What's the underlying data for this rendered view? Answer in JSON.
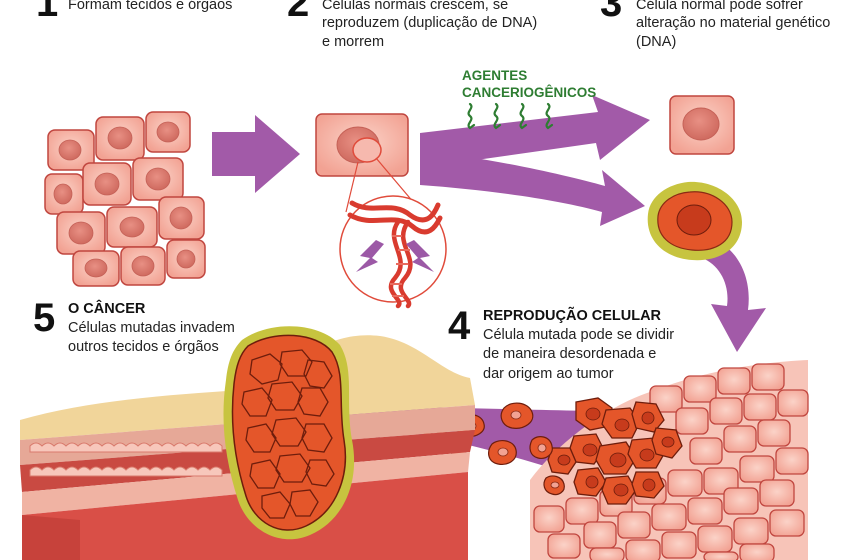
{
  "steps": [
    {
      "number": "1",
      "text": "Formam tecidos e órgãos"
    },
    {
      "number": "2",
      "text_lines": [
        "Células normais crescem, se",
        "reproduzem (duplicação de DNA)",
        "e morrem"
      ]
    },
    {
      "number": "3",
      "text_lines": [
        "Célula normal pode sofrer",
        "alteração no material genético",
        "(DNA)"
      ]
    },
    {
      "number": "4",
      "title": "REPRODUÇÃO CELULAR",
      "text_lines": [
        "Célula mutada pode se dividir",
        "de maneira desordenada e",
        "dar origem ao tumor"
      ]
    },
    {
      "number": "5",
      "title": "O CÂNCER",
      "text_lines": [
        "Células mutadas invadem",
        "outros tecidos e órgãos"
      ]
    }
  ],
  "agents_label": [
    "AGENTES",
    "CANCERIOGÊNICOS"
  ],
  "colors": {
    "arrow": "#a25aa8",
    "normal_cell": "#f5b3a6",
    "normal_cell_stroke": "#c0463f",
    "nucleus": "#d8776d",
    "mutated_cell": "#e4562a",
    "mutated_rim": "#c7c43f",
    "dna": "#d93b2f",
    "agents": "#2e7d32"
  }
}
